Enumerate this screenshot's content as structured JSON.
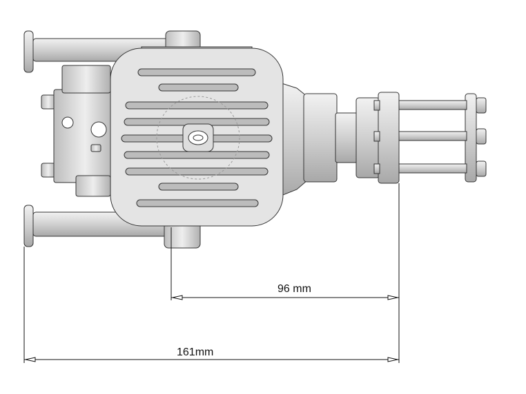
{
  "dimensions": {
    "inner": {
      "label": "96 mm",
      "value_mm": 96
    },
    "overall": {
      "label": "161mm",
      "value_mm": 161
    }
  },
  "colors": {
    "part_fill": "#d9d9d9",
    "part_stroke": "#333333",
    "line": "#111111"
  }
}
